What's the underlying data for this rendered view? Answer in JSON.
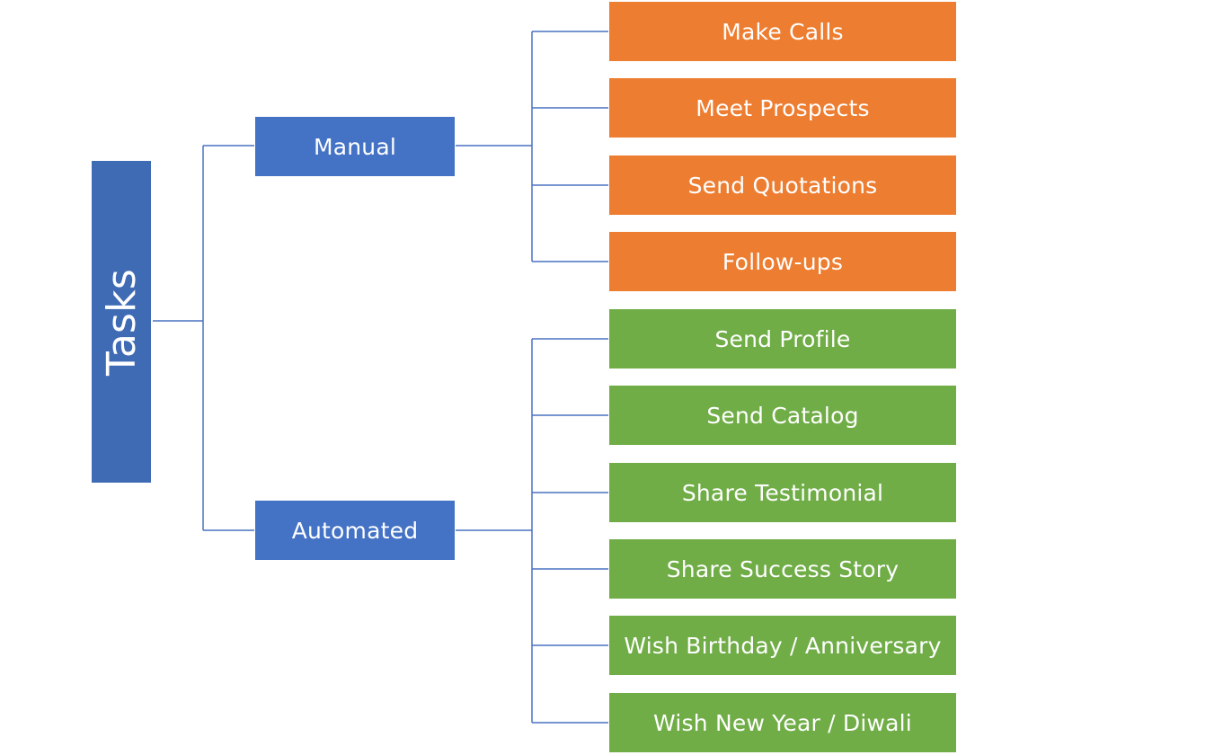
{
  "diagram": {
    "root": {
      "label": "Tasks",
      "color": "#3f6bb4"
    },
    "branches": [
      {
        "label": "Manual",
        "color": "#4472c4",
        "children": [
          "Make Calls",
          "Meet Prospects",
          "Send Quotations",
          "Follow-ups"
        ],
        "child_color": "#ed7d31"
      },
      {
        "label": "Automated",
        "color": "#4472c4",
        "children": [
          "Send Profile",
          "Send Catalog",
          "Share Testimonial",
          "Share Success Story",
          "Wish Birthday / Anniversary",
          "Wish New Year / Diwali"
        ],
        "child_color": "#70ad47"
      }
    ],
    "connector_color": "#4a72c0"
  }
}
